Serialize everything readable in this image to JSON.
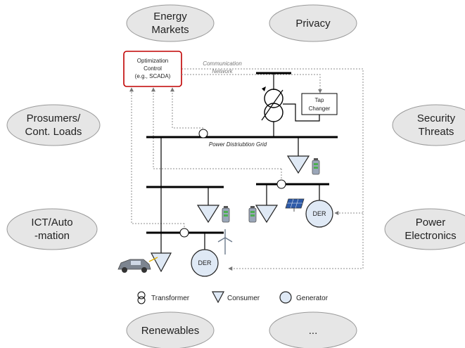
{
  "topics": {
    "energy_markets": [
      "Energy",
      "Markets"
    ],
    "privacy": "Privacy",
    "prosumers": [
      "Prosumers/",
      "Cont. Loads"
    ],
    "security": [
      "Security",
      "Threats"
    ],
    "ict": [
      "ICT/Auto",
      "-mation"
    ],
    "power_electronics": [
      "Power",
      "Electronics"
    ],
    "renewables": "Renewables",
    "more": "..."
  },
  "control": [
    "Optimization",
    "Control",
    "(e.g., SCADA)"
  ],
  "communication": [
    "Communication",
    "Network"
  ],
  "tap_changer": [
    "Tap",
    "Changer"
  ],
  "grid_label": "Power Distriubtion Grid",
  "der_label": "DER",
  "legend": {
    "transformer": "Transformer",
    "consumer": "Consumer",
    "generator": "Generator"
  },
  "colors": {
    "control_border": "#c00000",
    "ellipse_fill": "#e6e6e6",
    "symbol_fill": "#dfe9f5"
  }
}
